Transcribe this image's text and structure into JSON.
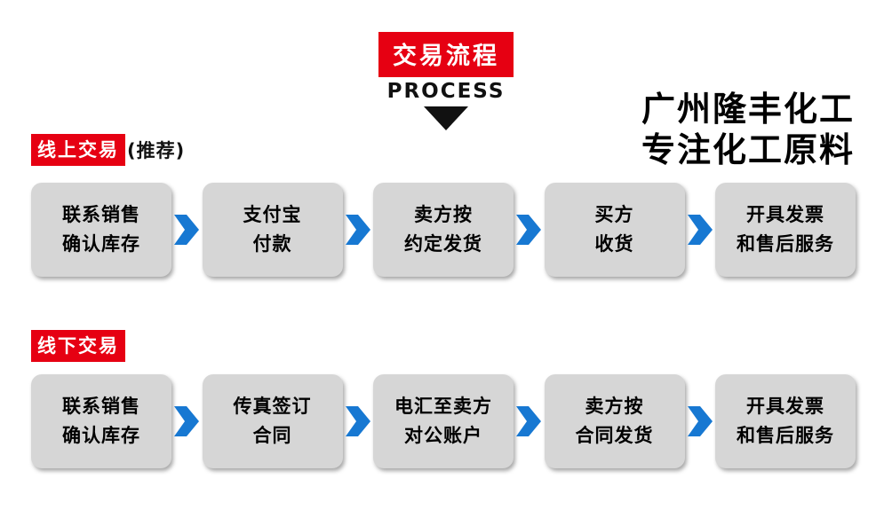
{
  "header": {
    "title": "交易流程",
    "subtitle": "PROCESS"
  },
  "watermark": {
    "line1": "广州隆丰化工",
    "line2": "专注化工原料"
  },
  "sections": [
    {
      "label": "线上交易",
      "note": "(推荐)",
      "steps": [
        {
          "line1": "联系销售",
          "line2": "确认库存"
        },
        {
          "line1": "支付宝",
          "line2": "付款"
        },
        {
          "line1": "卖方按",
          "line2": "约定发货"
        },
        {
          "line1": "买方",
          "line2": "收货"
        },
        {
          "line1": "开具发票",
          "line2": "和售后服务"
        }
      ]
    },
    {
      "label": "线下交易",
      "note": "",
      "steps": [
        {
          "line1": "联系销售",
          "line2": "确认库存"
        },
        {
          "line1": "传真签订",
          "line2": "合同"
        },
        {
          "line1": "电汇至卖方",
          "line2": "对公账户"
        },
        {
          "line1": "卖方按",
          "line2": "合同发货"
        },
        {
          "line1": "开具发票",
          "line2": "和售后服务"
        }
      ]
    }
  ],
  "colors": {
    "accent_red": "#e60012",
    "arrow_blue": "#1778d2",
    "box_gray": "#d6d6d6"
  }
}
